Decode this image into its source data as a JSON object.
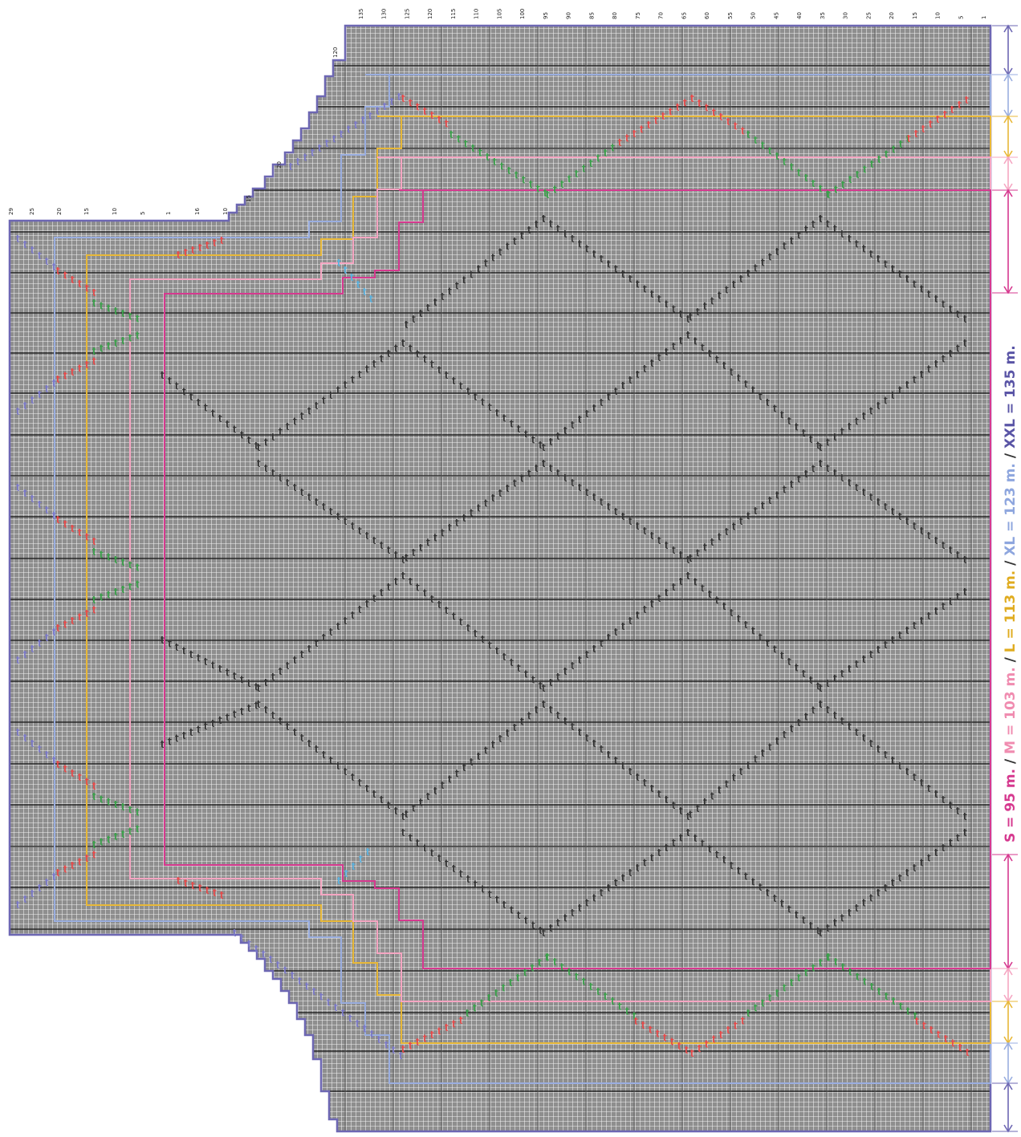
{
  "colors": {
    "grid_bg": "#9a9a9a",
    "grid_line": "#ffffff",
    "grid_major": "#111111",
    "size_s": "#d6398f",
    "size_m": "#f5a6c2",
    "size_l": "#e8b838",
    "size_xl": "#9aaee0",
    "size_xxl": "#6d67b3",
    "stitch_main": "#333333",
    "stitch_red": "#e84a4a",
    "stitch_green": "#3aa14a",
    "stitch_blue": "#5ab2e0",
    "stitch_purple": "#7a78c8"
  },
  "sizes_label": {
    "s": "S = 95 m.",
    "sep1": " / ",
    "m": "M = 103 m.",
    "sep2": " / ",
    "l": "L = 113 m.",
    "sep3": " / ",
    "xl": "XL = 123 m.",
    "sep4": " / ",
    "xxl": "XXL = 135 m."
  },
  "column_numbers_top": [
    "135",
    "130",
    "125",
    "120",
    "115",
    "110",
    "105",
    "100",
    "95",
    "90",
    "85",
    "80",
    "75",
    "70",
    "65",
    "60",
    "55",
    "50",
    "45",
    "40",
    "35",
    "30",
    "25",
    "20",
    "15",
    "10",
    "5",
    "1"
  ],
  "sleeve_numbers_top": [
    "10",
    "5",
    "1"
  ],
  "left_numbers_top": [
    "29",
    "25",
    "20",
    "15",
    "10",
    "5",
    "1",
    "16",
    "10",
    "15",
    "20"
  ],
  "side_number_120": "120"
}
